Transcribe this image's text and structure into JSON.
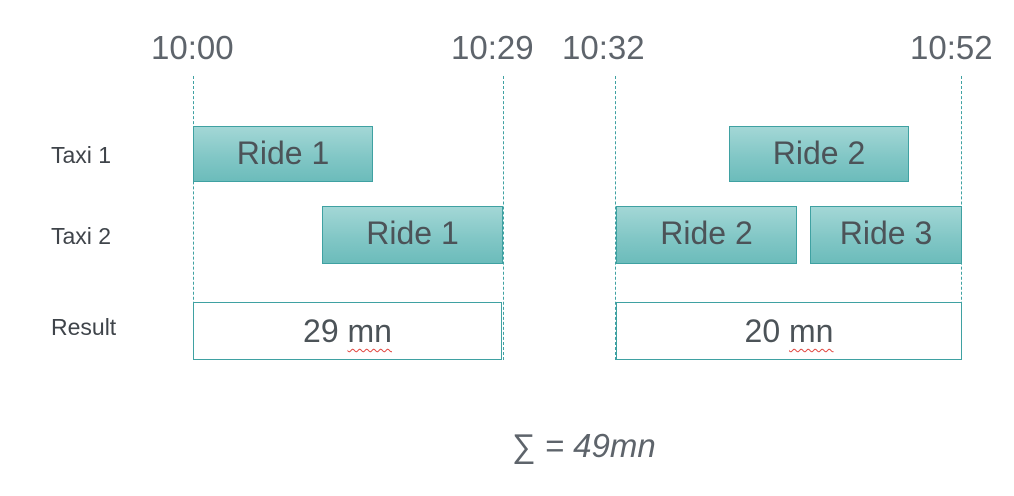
{
  "times": {
    "t1": "10:00",
    "t2": "10:29",
    "t3": "10:32",
    "t4": "10:52"
  },
  "rows": {
    "taxi1": "Taxi 1",
    "taxi2": "Taxi 2",
    "result": "Result"
  },
  "rides": {
    "taxi1_ride1": "Ride 1",
    "taxi1_ride2": "Ride 2",
    "taxi2_ride1": "Ride 1",
    "taxi2_ride2": "Ride 2",
    "taxi2_ride3": "Ride 3"
  },
  "results": {
    "r1_value": "29",
    "r1_unit": "mn",
    "r2_value": "20",
    "r2_unit": "mn"
  },
  "sum": {
    "symbol": "∑",
    "text": " = 49mn"
  },
  "colors": {
    "accent": "#3fa1a2",
    "ride_fill": "#82c7c6",
    "text": "#5e646b",
    "spell_underline": "#e0433c"
  }
}
